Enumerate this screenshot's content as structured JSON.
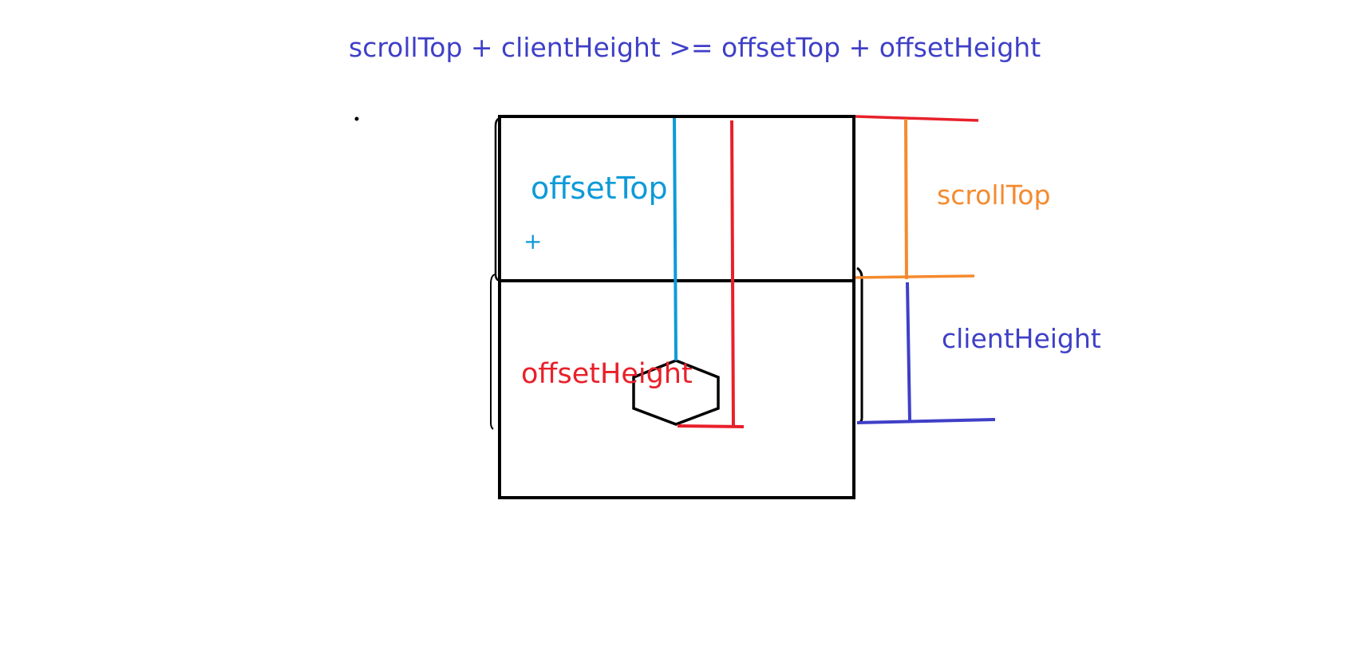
{
  "formula": "scrollTop + clientHeight >= offsetTop + offsetHeight",
  "labels": {
    "offset_top": "offsetTop",
    "plus": "+",
    "offset_height": "offsetHeight",
    "scroll_top": "scrollTop",
    "client_height": "clientHeight"
  },
  "colors": {
    "formula": "#3f3fc8",
    "offset_top": "#0e9ad8",
    "offset_height": "#e8202a",
    "scroll_top": "#f58a2e",
    "client_height": "#3f3fc8",
    "outline": "#000000"
  }
}
